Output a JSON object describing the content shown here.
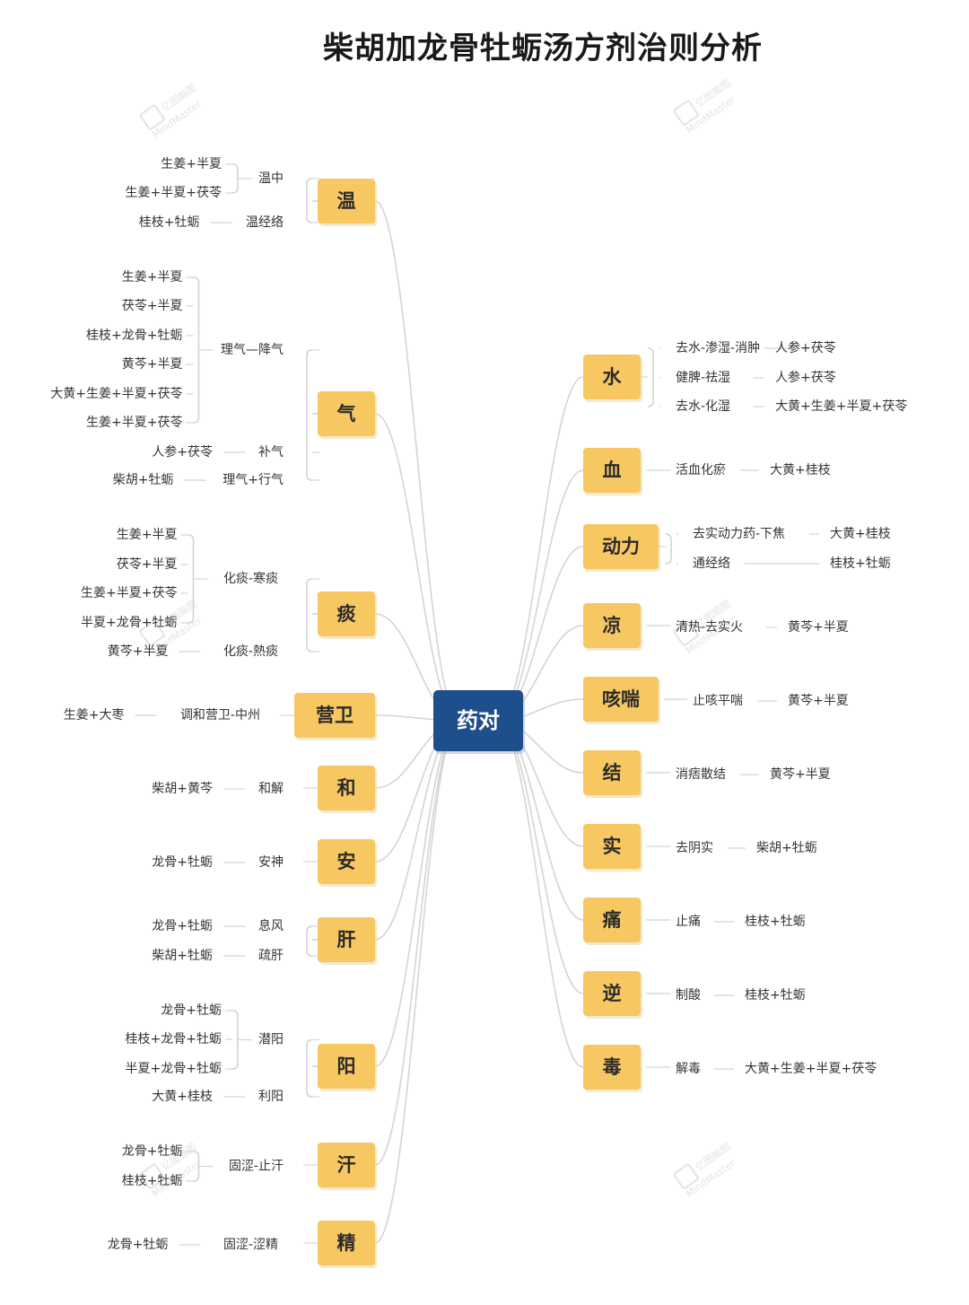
{
  "title": "柴胡加龙骨牡蛎汤方剂治则分析",
  "watermark": "亿图脑图 MindMaster",
  "root": "药对",
  "colors": {
    "root": "#1f4e8c",
    "branch": "#f7c762",
    "line": "#d4d4d4",
    "text": "#333333"
  },
  "left": [
    {
      "label": "温",
      "subs": [
        {
          "label": "温中",
          "items": [
            "生姜+半夏",
            "生姜+半夏+茯苓"
          ]
        },
        {
          "label": "温经络",
          "items": [
            "桂枝+牡蛎"
          ]
        }
      ]
    },
    {
      "label": "气",
      "subs": [
        {
          "label": "理气—降气",
          "items": [
            "生姜+半夏",
            "茯苓+半夏",
            "桂枝+龙骨+牡蛎",
            "黄芩+半夏",
            "大黄+生姜+半夏+茯苓",
            "生姜+半夏+茯苓"
          ]
        },
        {
          "label": "补气",
          "items": [
            "人参+茯苓"
          ]
        },
        {
          "label": "理气+行气",
          "items": [
            "柴胡+牡蛎"
          ]
        }
      ]
    },
    {
      "label": "痰",
      "subs": [
        {
          "label": "化痰-寒痰",
          "items": [
            "生姜+半夏",
            "茯苓+半夏",
            "生姜+半夏+茯苓",
            "半夏+龙骨+牡蛎"
          ]
        },
        {
          "label": "化痰-熱痰",
          "items": [
            "黄芩+半夏"
          ]
        }
      ]
    },
    {
      "label": "营卫",
      "subs": [
        {
          "label": "调和营卫-中州",
          "items": [
            "生姜+大枣"
          ]
        }
      ]
    },
    {
      "label": "和",
      "subs": [
        {
          "label": "和解",
          "items": [
            "柴胡+黄芩"
          ]
        }
      ]
    },
    {
      "label": "安",
      "subs": [
        {
          "label": "安神",
          "items": [
            "龙骨+牡蛎"
          ]
        }
      ]
    },
    {
      "label": "肝",
      "subs": [
        {
          "label": "息风",
          "items": [
            "龙骨+牡蛎"
          ]
        },
        {
          "label": "疏肝",
          "items": [
            "柴胡+牡蛎"
          ]
        }
      ]
    },
    {
      "label": "阳",
      "subs": [
        {
          "label": "潜阳",
          "items": [
            "龙骨+牡蛎",
            "桂枝+龙骨+牡蛎",
            "半夏+龙骨+牡蛎"
          ]
        },
        {
          "label": "利阳",
          "items": [
            "大黄+桂枝"
          ]
        }
      ]
    },
    {
      "label": "汗",
      "subs": [
        {
          "label": "固涩-止汗",
          "items": [
            "龙骨+牡蛎",
            "桂枝+牡蛎"
          ]
        }
      ]
    },
    {
      "label": "精",
      "subs": [
        {
          "label": "固涩-涩精",
          "items": [
            "龙骨+牡蛎"
          ]
        }
      ]
    }
  ],
  "right": [
    {
      "label": "水",
      "subs": [
        {
          "label": "去水-渗湿-消肿",
          "items": [
            "人参+茯苓"
          ]
        },
        {
          "label": "健脾-祛湿",
          "items": [
            "人参+茯苓"
          ]
        },
        {
          "label": "去水-化湿",
          "items": [
            "大黄+生姜+半夏+茯苓"
          ]
        }
      ]
    },
    {
      "label": "血",
      "subs": [
        {
          "label": "活血化瘀",
          "items": [
            "大黄+桂枝"
          ]
        }
      ]
    },
    {
      "label": "动力",
      "subs": [
        {
          "label": "去实动力药-下焦",
          "items": [
            "大黄+桂枝"
          ]
        },
        {
          "label": "通经络",
          "items": [
            "桂枝+牡蛎"
          ]
        }
      ]
    },
    {
      "label": "凉",
      "subs": [
        {
          "label": "清热-去实火",
          "items": [
            "黄芩+半夏"
          ]
        }
      ]
    },
    {
      "label": "咳喘",
      "subs": [
        {
          "label": "止咳平喘",
          "items": [
            "黄芩+半夏"
          ]
        }
      ]
    },
    {
      "label": "结",
      "subs": [
        {
          "label": "消痞散结",
          "items": [
            "黄芩+半夏"
          ]
        }
      ]
    },
    {
      "label": "实",
      "subs": [
        {
          "label": "去阴实",
          "items": [
            "柴胡+牡蛎"
          ]
        }
      ]
    },
    {
      "label": "痛",
      "subs": [
        {
          "label": "止痛",
          "items": [
            "桂枝+牡蛎"
          ]
        }
      ]
    },
    {
      "label": "逆",
      "subs": [
        {
          "label": "制酸",
          "items": [
            "桂枝+牡蛎"
          ]
        }
      ]
    },
    {
      "label": "毒",
      "subs": [
        {
          "label": "解毒",
          "items": [
            "大黄+生姜+半夏+茯苓"
          ]
        }
      ]
    }
  ]
}
